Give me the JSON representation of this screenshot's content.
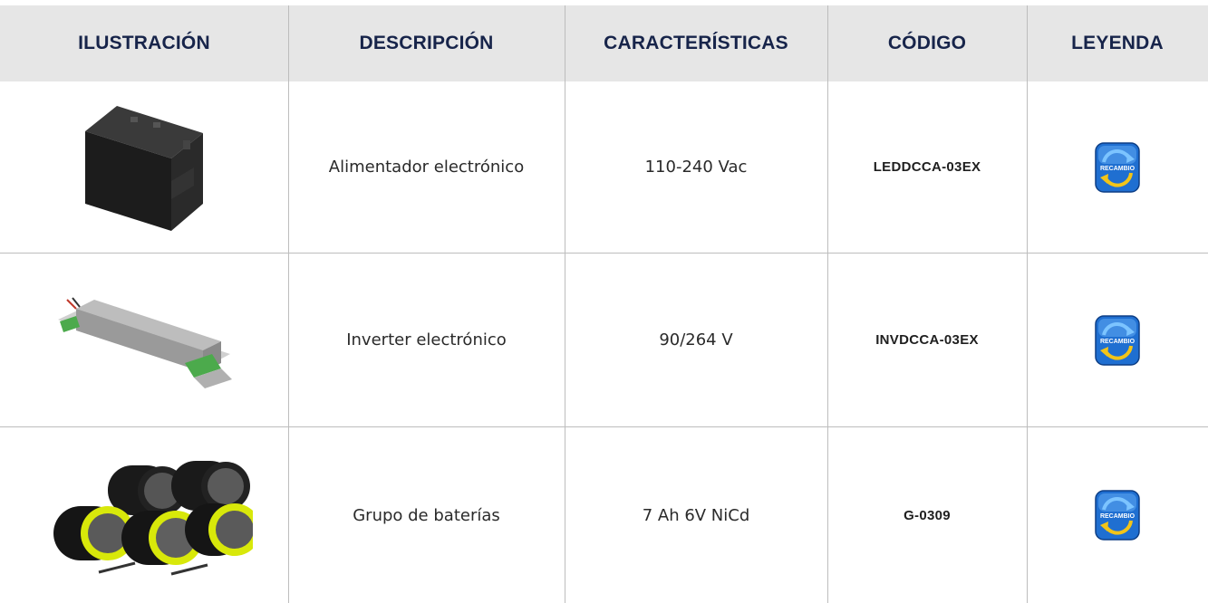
{
  "header": {
    "illustration": "ILUSTRACIÓN",
    "description": "DESCRIPCIÓN",
    "characteristics": "CARACTERÍSTICAS",
    "code": "CÓDIGO",
    "legend": "LEYENDA"
  },
  "rows": [
    {
      "description": "Alimentador electrónico",
      "characteristics": "110-240 Vac",
      "code": "LEDDCCA-03EX",
      "legend": "RECAMBIO",
      "illustration_icon": "power-supply-icon"
    },
    {
      "description": "Inverter electrónico",
      "characteristics": "90/264 V",
      "code": "INVDCCA-03EX",
      "legend": "RECAMBIO",
      "illustration_icon": "inverter-icon"
    },
    {
      "description": "Grupo de baterías",
      "characteristics": "7 Ah 6V NiCd",
      "code": "G-0309",
      "legend": "RECAMBIO",
      "illustration_icon": "battery-pack-icon"
    }
  ],
  "colors": {
    "header_bg": "#e6e6e6",
    "header_text": "#17244a",
    "badge_blue": "#1f6fd1",
    "badge_yellow": "#f2c418",
    "battery_ring": "#d8e80a"
  }
}
